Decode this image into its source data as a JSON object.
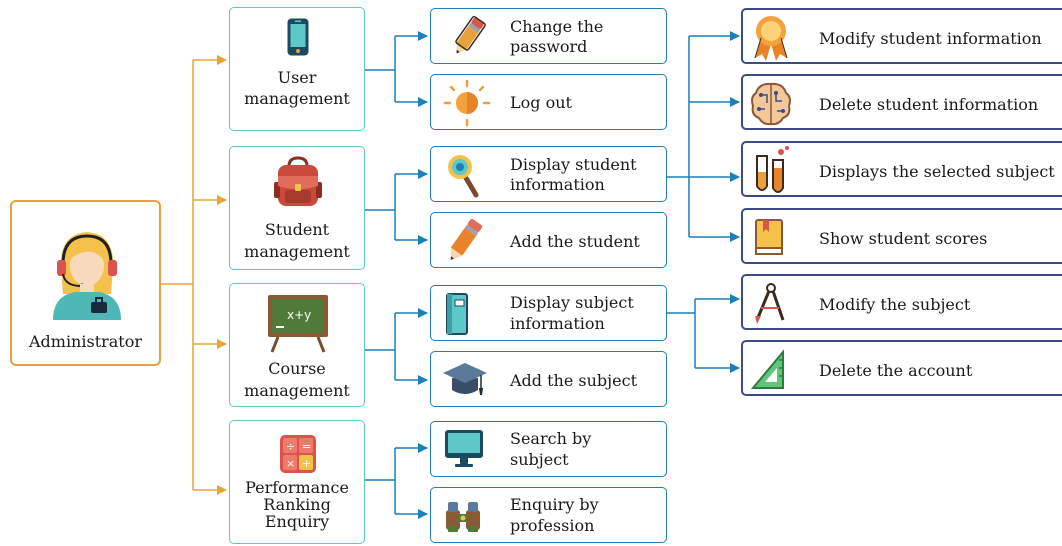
{
  "root": {
    "label": "Administrator",
    "icon": "administrator-headset-icon"
  },
  "level1": [
    {
      "line1": "User",
      "line2": "management",
      "line3": "",
      "icon": "smartphone-icon"
    },
    {
      "line1": "Student",
      "line2": "management",
      "line3": "",
      "icon": "backpack-icon"
    },
    {
      "line1": "Course",
      "line2": "management",
      "line3": "",
      "icon": "chalkboard-icon",
      "board_text": "x+y"
    },
    {
      "line1": "Performance",
      "line2": "Ranking",
      "line3": "Enquiry",
      "icon": "calculator-icon"
    }
  ],
  "level2": [
    {
      "line1": "Change the",
      "line2": "password",
      "icon": "pencil-icon"
    },
    {
      "line1": "Log out",
      "line2": "",
      "icon": "sun-icon"
    },
    {
      "line1": "Display student",
      "line2": "information",
      "icon": "magnifier-icon"
    },
    {
      "line1": "Add the student",
      "line2": "",
      "icon": "pencil-icon"
    },
    {
      "line1": "Display subject",
      "line2": "information",
      "icon": "notebook-icon"
    },
    {
      "line1": "Add the subject",
      "line2": "",
      "icon": "graduation-cap-icon"
    },
    {
      "line1": "Search by",
      "line2": "subject",
      "icon": "monitor-icon"
    },
    {
      "line1": "Enquiry by",
      "line2": "profession",
      "icon": "binoculars-icon"
    }
  ],
  "level3": [
    {
      "label": "Modify student information",
      "icon": "award-ribbon-icon"
    },
    {
      "label": "Delete student information",
      "icon": "brain-circuit-icon"
    },
    {
      "label": "Displays the selected subject",
      "icon": "test-tubes-icon"
    },
    {
      "label": "Show student scores",
      "icon": "book-icon"
    },
    {
      "label": "Modify the subject",
      "icon": "drawing-compass-icon"
    },
    {
      "label": "Delete the account",
      "icon": "set-square-icon"
    }
  ],
  "colors": {
    "orange": "#e8a23a",
    "teal": "#5ec8c9",
    "blue": "#1e7fb8",
    "navy": "#3e4a86"
  }
}
